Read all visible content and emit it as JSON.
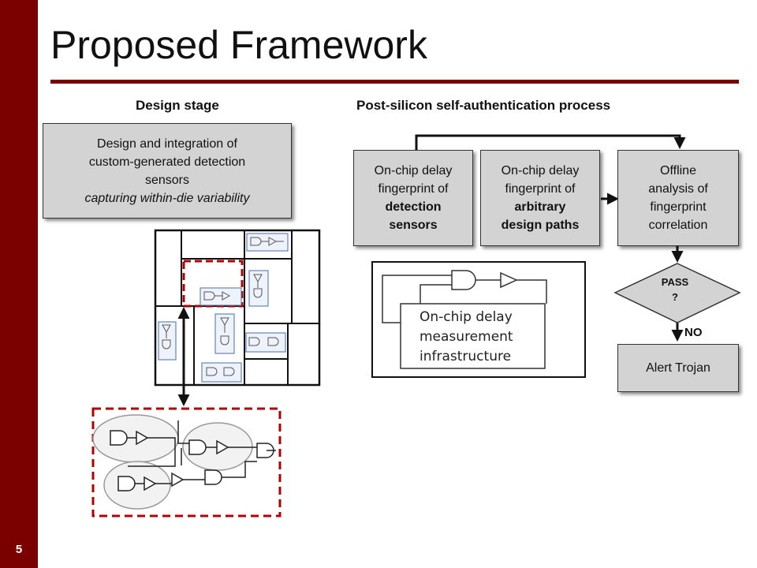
{
  "slide": {
    "number": "5",
    "title": "Proposed Framework"
  },
  "design_stage": {
    "heading": "Design stage",
    "box": {
      "line1": "Design and integration of",
      "line2": "custom-generated detection",
      "line3": "sensors",
      "line4": "capturing within-die variability"
    }
  },
  "post_silicon": {
    "heading": "Post-silicon self-authentication process",
    "box_detection": {
      "line1": "On-chip delay",
      "line2": "fingerprint of",
      "line3": "detection",
      "line4": "sensors"
    },
    "box_arbitrary": {
      "line1": "On-chip delay",
      "line2": "fingerprint of",
      "line3": "arbitrary",
      "line4": "design paths"
    },
    "box_offline": {
      "line1": "Offline",
      "line2": "analysis of",
      "line3": "fingerprint",
      "line4": "correlation"
    },
    "decision": {
      "line1": "PASS",
      "line2": "?",
      "no_label": "NO"
    },
    "alert": "Alert Trojan",
    "measurement": {
      "line1": "On-chip delay",
      "line2": "measurement",
      "line3": "infrastructure"
    }
  },
  "colors": {
    "accent": "#7b0000",
    "box_fill": "#d3d3d3",
    "dashed_red": "#b00000"
  }
}
